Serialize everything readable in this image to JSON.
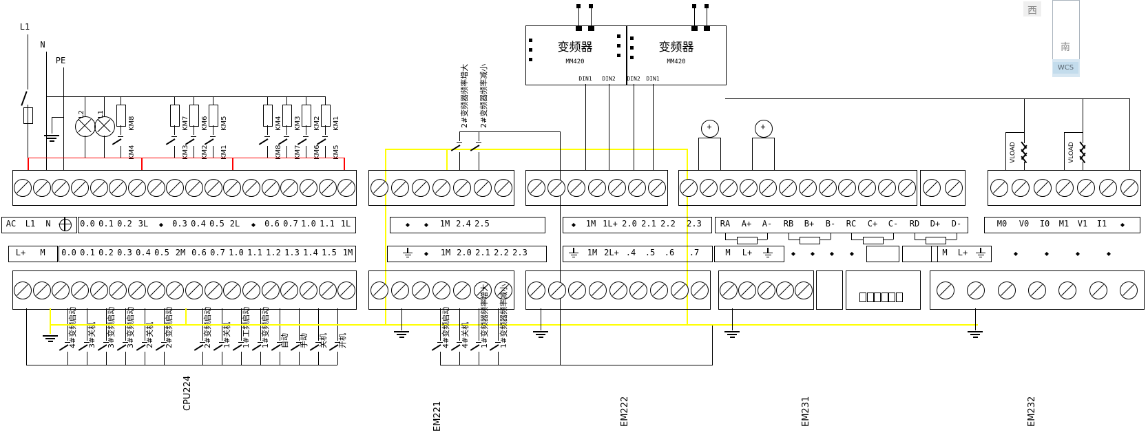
{
  "corner": {
    "west": "西",
    "south": "南",
    "wcs": "WCS"
  },
  "colors": {
    "wire": "#000000",
    "phase_bus": "#ff0000",
    "common_bus": "#ffff00",
    "background": "#ffffff"
  },
  "power": {
    "lines": [
      "L1",
      "N",
      "PE"
    ]
  },
  "lamps": [
    "L2",
    "L1"
  ],
  "coils": [
    {
      "coil": "KM8",
      "contact": "KM4"
    },
    {
      "coil": "KM7",
      "contact": "KM3"
    },
    {
      "coil": "KM6",
      "contact": "KM2"
    },
    {
      "coil": "KM5",
      "contact": "KM1"
    },
    {
      "coil": "KM4",
      "contact": "KM8"
    },
    {
      "coil": "KM3",
      "contact": "KM7"
    },
    {
      "coil": "KM2",
      "contact": "KM6"
    },
    {
      "coil": "KM1",
      "contact": "KM5"
    }
  ],
  "vfds": [
    {
      "title": "变频器",
      "model": "MM420",
      "pins": [
        "DIN1",
        "DIN2"
      ]
    },
    {
      "title": "变频器",
      "model": "MM420",
      "pins": [
        "DIN2",
        "DIN1"
      ]
    }
  ],
  "cpu224": {
    "name": "CPU224",
    "row1_left": [
      "AC",
      "L1",
      "N",
      "EARTH"
    ],
    "row1": [
      "0.0",
      "0.1",
      "0.2",
      "3L",
      "DOT",
      "0.3",
      "0.4",
      "0.5",
      "2L",
      "DOT",
      "0.6",
      "0.7",
      "1.0",
      "1.1",
      "1L"
    ],
    "row2_left": [
      "L+",
      "M"
    ],
    "row2": [
      "0.0",
      "0.1",
      "0.2",
      "0.3",
      "0.4",
      "0.5",
      "2M",
      "0.6",
      "0.7",
      "1.0",
      "1.1",
      "1.2",
      "1.3",
      "1.4",
      "1.5",
      "1M"
    ],
    "switches": [
      "4#变频启动",
      "3#关机",
      "3#变频启动",
      "3#变频启动",
      "2#关机",
      "2#变频启动",
      "2#变频启动",
      "1#关机",
      "1#工频启动",
      "1#变频启动",
      "自动",
      "手动",
      "关机",
      "开机"
    ]
  },
  "em221": {
    "name": "EM221",
    "top_switches": [
      "2#变频器频率增大",
      "2#变频器频率减小"
    ],
    "row1": [
      "DOT",
      "DOT",
      "1M",
      "2.4",
      "2.5"
    ],
    "row2": [
      "GND",
      "DOT",
      "1M",
      "2.0",
      "2.1",
      "2.2",
      "2.3"
    ],
    "bottom_switches": [
      "4#变频启动",
      "4#关机",
      "1#变频器频率增大",
      "1#变频器频率减小"
    ]
  },
  "em222": {
    "name": "EM222",
    "row1": [
      "DOT",
      "1M",
      "1L+",
      "2.0",
      "2.1",
      "2.2",
      "2.3"
    ],
    "row2": [
      "GND",
      "1M",
      "2L+",
      ".4",
      ".5",
      ".6",
      ".7"
    ]
  },
  "em231": {
    "name": "EM231",
    "row1": [
      "RA",
      "A+",
      "A-",
      "RB",
      "B+",
      "B-",
      "RC",
      "C+",
      "C-",
      "RD",
      "D+",
      "D-"
    ],
    "row2": [
      "M",
      "L+",
      "GND"
    ]
  },
  "em232": {
    "name": "EM232",
    "row1": [
      "M0",
      "V0",
      "I0",
      "M1",
      "V1",
      "I1",
      "DOT"
    ],
    "row2": [
      "M",
      "L+",
      "GND"
    ],
    "loads": [
      "VLOAD",
      "VLOAD"
    ]
  }
}
